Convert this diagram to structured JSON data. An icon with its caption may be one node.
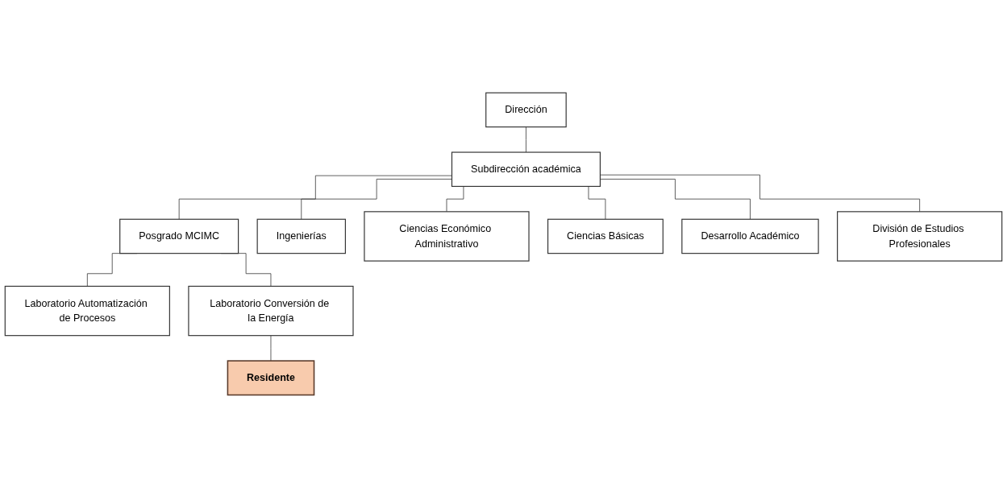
{
  "diagram": {
    "nodes": [
      {
        "text": [
          "Dirección"
        ]
      },
      {
        "text": [
          "Subdirección académica"
        ]
      },
      {
        "text": [
          "Posgrado MCIMC"
        ]
      },
      {
        "text": [
          "Ingenierías"
        ]
      },
      {
        "text": [
          "Ciencias Económico Administrativo"
        ]
      },
      {
        "text": [
          "Ciencias Básicas"
        ]
      },
      {
        "text": [
          "Desarrollo Académico"
        ]
      },
      {
        "text": [
          "División de Estudios Profesionales"
        ]
      },
      {
        "text": [
          "Laboratorio Automatización de Procesos"
        ]
      },
      {
        "text": [
          "Laboratorio Conversión de la Energía"
        ]
      },
      {
        "text": [
          "Residente"
        ]
      }
    ],
    "edges": [
      {
        "from": 0,
        "to": 1,
        "arrow": "none"
      },
      {
        "from": 1,
        "to": 2,
        "arrow": "none"
      },
      {
        "from": 1,
        "to": 3,
        "arrow": "none"
      },
      {
        "from": 1,
        "to": 4,
        "arrow": "none"
      },
      {
        "from": 1,
        "to": 5,
        "arrow": "none"
      },
      {
        "from": 1,
        "to": 6,
        "arrow": "none"
      },
      {
        "from": 1,
        "to": 7,
        "arrow": "none"
      },
      {
        "from": 2,
        "to": 8,
        "arrow": "none"
      },
      {
        "from": 2,
        "to": 9,
        "arrow": "none"
      },
      {
        "from": 9,
        "to": 10,
        "arrow": "none"
      }
    ]
  }
}
